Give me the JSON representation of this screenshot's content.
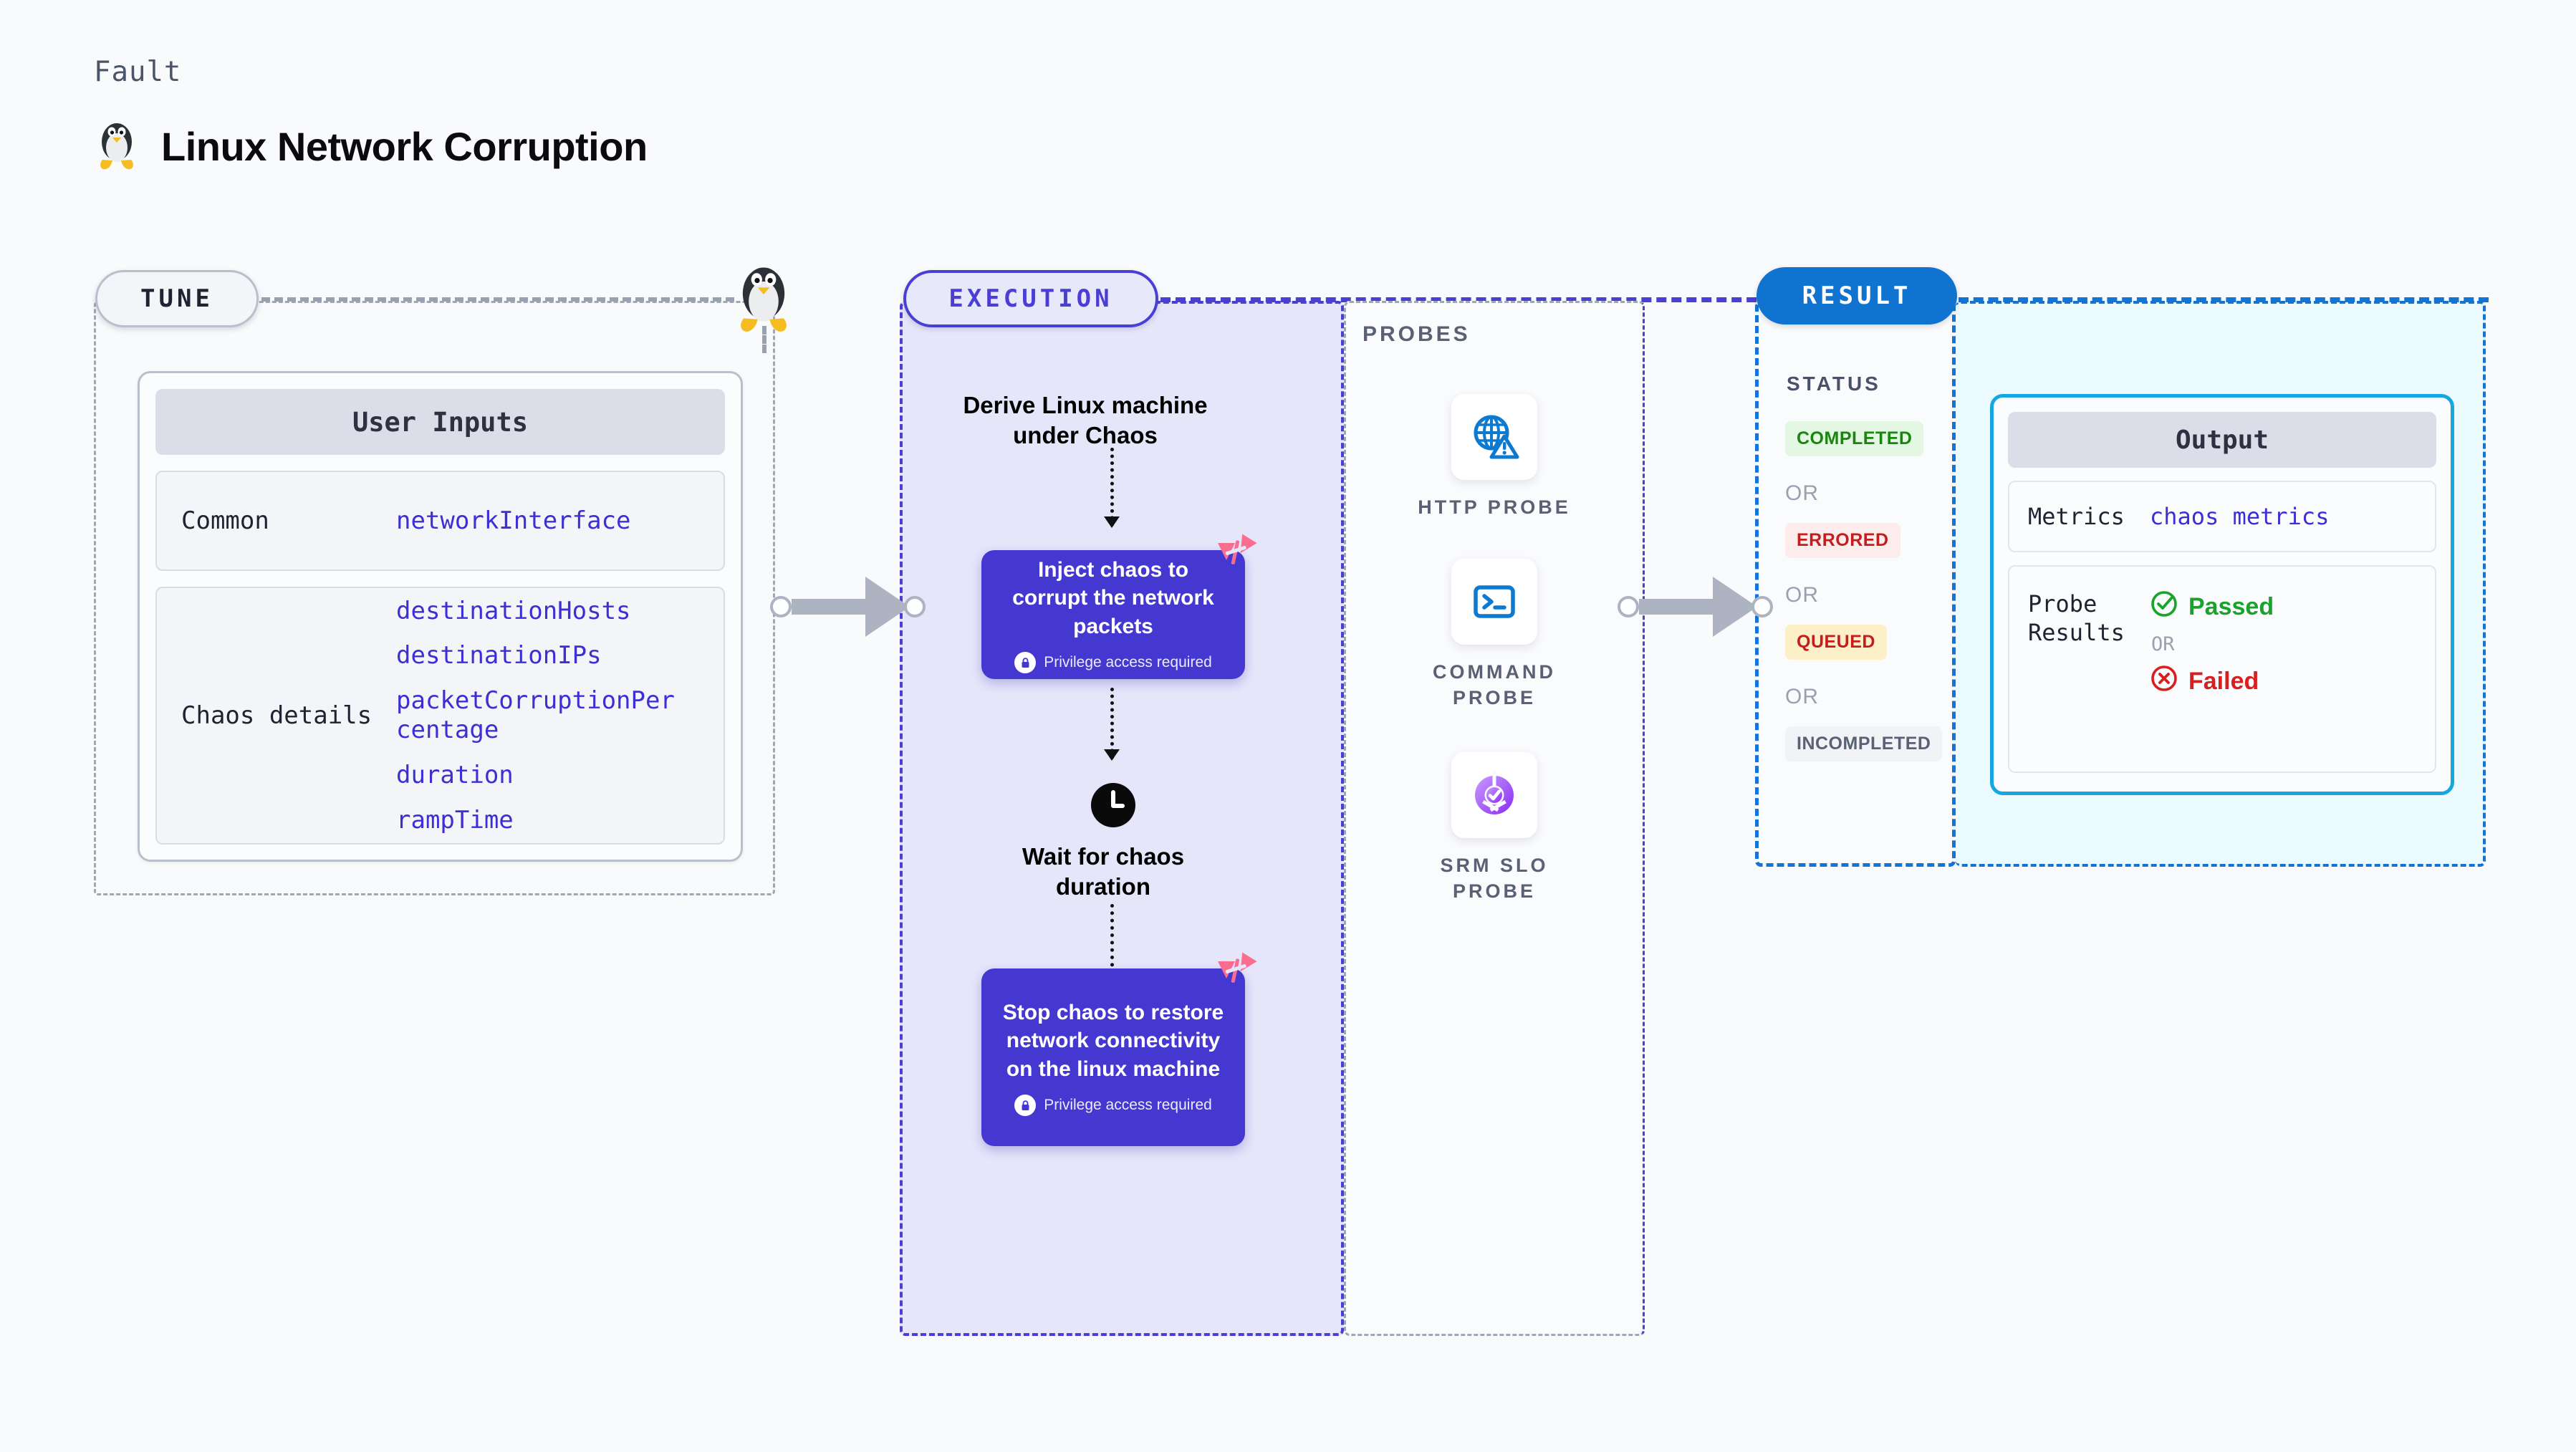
{
  "header": {
    "kicker": "Fault",
    "title": "Linux Network Corruption",
    "icon": "linux-penguin-icon"
  },
  "tune": {
    "pill_label": "TUNE",
    "icon": "linux-penguin-icon",
    "card_title": "User Inputs",
    "rows": [
      {
        "key": "Common",
        "values": [
          "networkInterface"
        ]
      },
      {
        "key": "Chaos details",
        "values": [
          "destinationHosts",
          "destinationIPs",
          "packetCorruptionPercentage",
          "duration",
          "rampTime"
        ]
      }
    ]
  },
  "execution": {
    "pill_label": "EXECUTION",
    "steps": [
      {
        "type": "text",
        "label": "Derive Linux machine under Chaos"
      },
      {
        "type": "chaos",
        "label": "Inject chaos to corrupt the network packets",
        "privilege": "Privilege access required",
        "badge_icon": "harness-logo-icon",
        "lock_icon": "lock-icon"
      },
      {
        "type": "wait",
        "label": "Wait for chaos duration",
        "icon": "clock-icon"
      },
      {
        "type": "chaos",
        "label": "Stop chaos to restore network connectivity on the linux machine",
        "privilege": "Privilege access required",
        "badge_icon": "harness-logo-icon",
        "lock_icon": "lock-icon"
      }
    ]
  },
  "probes": {
    "section_label": "PROBES",
    "items": [
      {
        "caption": "HTTP PROBE",
        "icon": "globe-warning-icon"
      },
      {
        "caption": "COMMAND PROBE",
        "icon": "terminal-prompt-icon"
      },
      {
        "caption": "SRM SLO PROBE",
        "icon": "slo-donut-check-icon"
      }
    ]
  },
  "result": {
    "pill_label": "RESULT",
    "status_label": "STATUS",
    "or_label": "OR",
    "statuses": [
      {
        "text": "COMPLETED",
        "bg": "#e3f7e3",
        "fg": "#18860f"
      },
      {
        "text": "ERRORED",
        "bg": "#fdecec",
        "fg": "#c51d1d"
      },
      {
        "text": "QUEUED",
        "bg": "#fdf0c8",
        "fg": "#c51d1d"
      },
      {
        "text": "INCOMPLETED",
        "bg": "#f2f3f7",
        "fg": "#5a6175"
      }
    ],
    "output": {
      "card_title": "Output",
      "metrics_key": "Metrics",
      "metrics_value": "chaos metrics",
      "probe_results_key": "Probe Results",
      "passed_label": "Passed",
      "failed_label": "Failed",
      "or_label": "OR",
      "passed_icon": "check-circle-icon",
      "failed_icon": "x-circle-icon"
    }
  },
  "connectors": {
    "arrow1": "arrow-tune-to-execution",
    "arrow2": "arrow-probes-to-result"
  },
  "colors": {
    "execution_accent": "#4a3fd4",
    "result_accent": "#1274d4",
    "chaos_box": "#4438d1",
    "mono_value": "#3c2fd4",
    "harness_pink": "#fa6d8e",
    "probe_blue": "#0d7ad1",
    "slo_purple": "#9b4dff"
  }
}
